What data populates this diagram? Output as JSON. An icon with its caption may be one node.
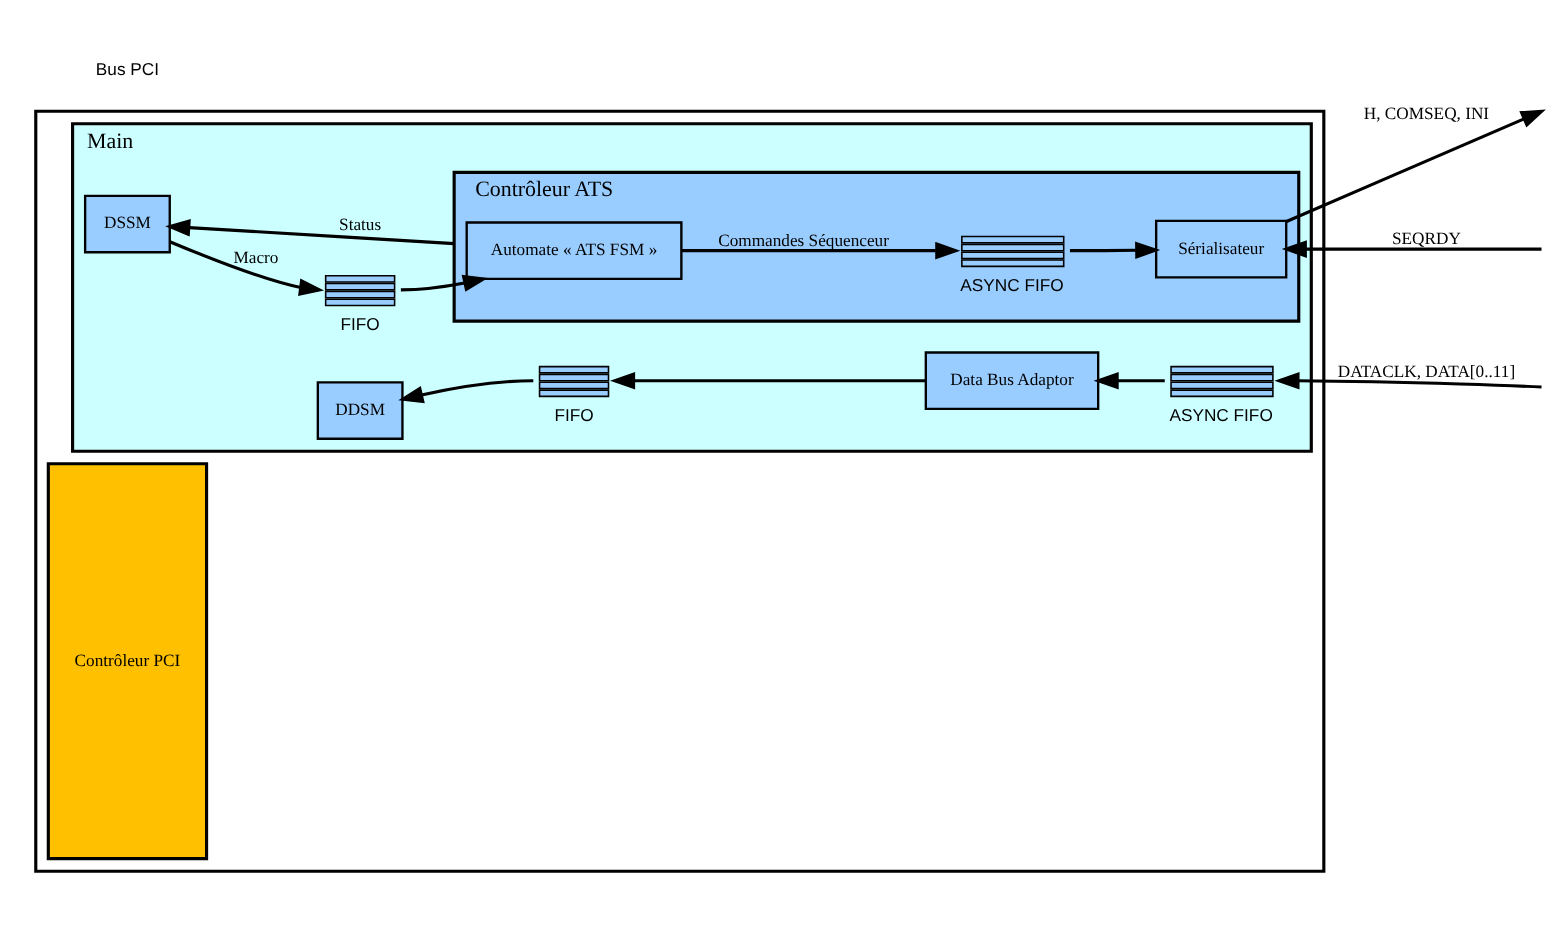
{
  "diagram": {
    "nodes": [
      {
        "text": [],
        "shape": "box"
      },
      {
        "text": [
          "Contrôleur PCI"
        ],
        "in": 0
      },
      {
        "text": [
          "Main"
        ],
        "in": 0
      },
      {
        "text": [
          "DSSM"
        ],
        "in": 2
      },
      {
        "text": [],
        "shape": "bar",
        "beside": [
          "FIFO"
        ],
        "in": 2
      },
      {
        "text": [
          "Contrôleur ATS"
        ],
        "in": 2
      },
      {
        "text": [
          "Automate « ATS FSM »"
        ],
        "in": 5
      },
      {
        "text": [],
        "shape": "bar",
        "beside": [
          "ASYNC FIFO"
        ],
        "in": 5
      },
      {
        "text": [
          "Sérialisateur"
        ],
        "in": 5
      },
      {
        "text": [
          "DDSM"
        ],
        "in": 2
      },
      {
        "text": [],
        "shape": "bar",
        "beside": [
          "FIFO"
        ],
        "in": 2
      },
      {
        "text": [
          "Data Bus Adaptor"
        ],
        "in": 2
      },
      {
        "text": [],
        "shape": "bar",
        "beside": [
          "ASYNC FIFO"
        ],
        "in": 2
      }
    ],
    "edges": [
      {
        "from": 3,
        "to": 4,
        "arrow": "to",
        "label": "Macro"
      },
      {
        "from": 5,
        "to": 3,
        "arrow": "to",
        "label": "Status"
      },
      {
        "from": 4,
        "to": 6,
        "arrow": "to"
      },
      {
        "from": 6,
        "to": 7,
        "arrow": "to",
        "label": "Commandes Séquenceur"
      },
      {
        "from": 7,
        "to": 8,
        "arrow": "to"
      },
      {
        "from": 8,
        "to": null,
        "arrow": "to",
        "label": "H, COMSEQ, INI"
      },
      {
        "from": null,
        "to": 8,
        "arrow": "to",
        "label": "SEQRDY"
      },
      {
        "from": null,
        "to": 12,
        "arrow": "to",
        "label": "DATACLK, DATA[0..11]"
      },
      {
        "from": 12,
        "to": 11,
        "arrow": "to"
      },
      {
        "from": 11,
        "to": 10,
        "arrow": "to"
      },
      {
        "from": 10,
        "to": 9,
        "arrow": "to"
      }
    ],
    "labels": [
      "Bus PCI"
    ]
  }
}
